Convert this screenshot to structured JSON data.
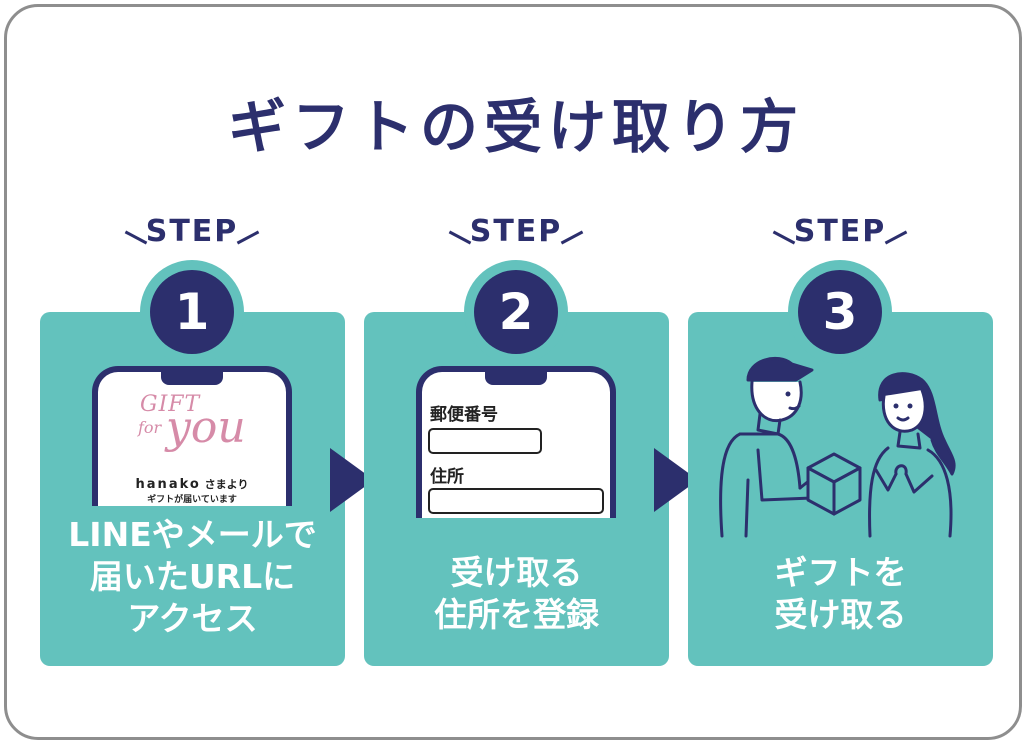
{
  "title": "ギフトの受け取り方",
  "steps": [
    {
      "label": "STEP",
      "number": "1",
      "caption_lines": [
        "LINEやメールで",
        "届いたURLに",
        "アクセス"
      ],
      "phone": {
        "gift_line1": "GIFT",
        "gift_line2": "for",
        "gift_line3": "you",
        "sender_name": "hanako",
        "sender_suffix": "さまより",
        "message": "ギフトが届いています"
      }
    },
    {
      "label": "STEP",
      "number": "2",
      "caption_lines": [
        "受け取る",
        "住所を登録"
      ],
      "phone": {
        "postal_label": "郵便番号",
        "address_label": "住所"
      }
    },
    {
      "label": "STEP",
      "number": "3",
      "caption_lines": [
        "ギフトを",
        "受け取る"
      ]
    }
  ],
  "colors": {
    "navy": "#2c2f6d",
    "teal": "#63c2bd",
    "pink": "#d68ba8",
    "frame": "#8e8e8e"
  }
}
